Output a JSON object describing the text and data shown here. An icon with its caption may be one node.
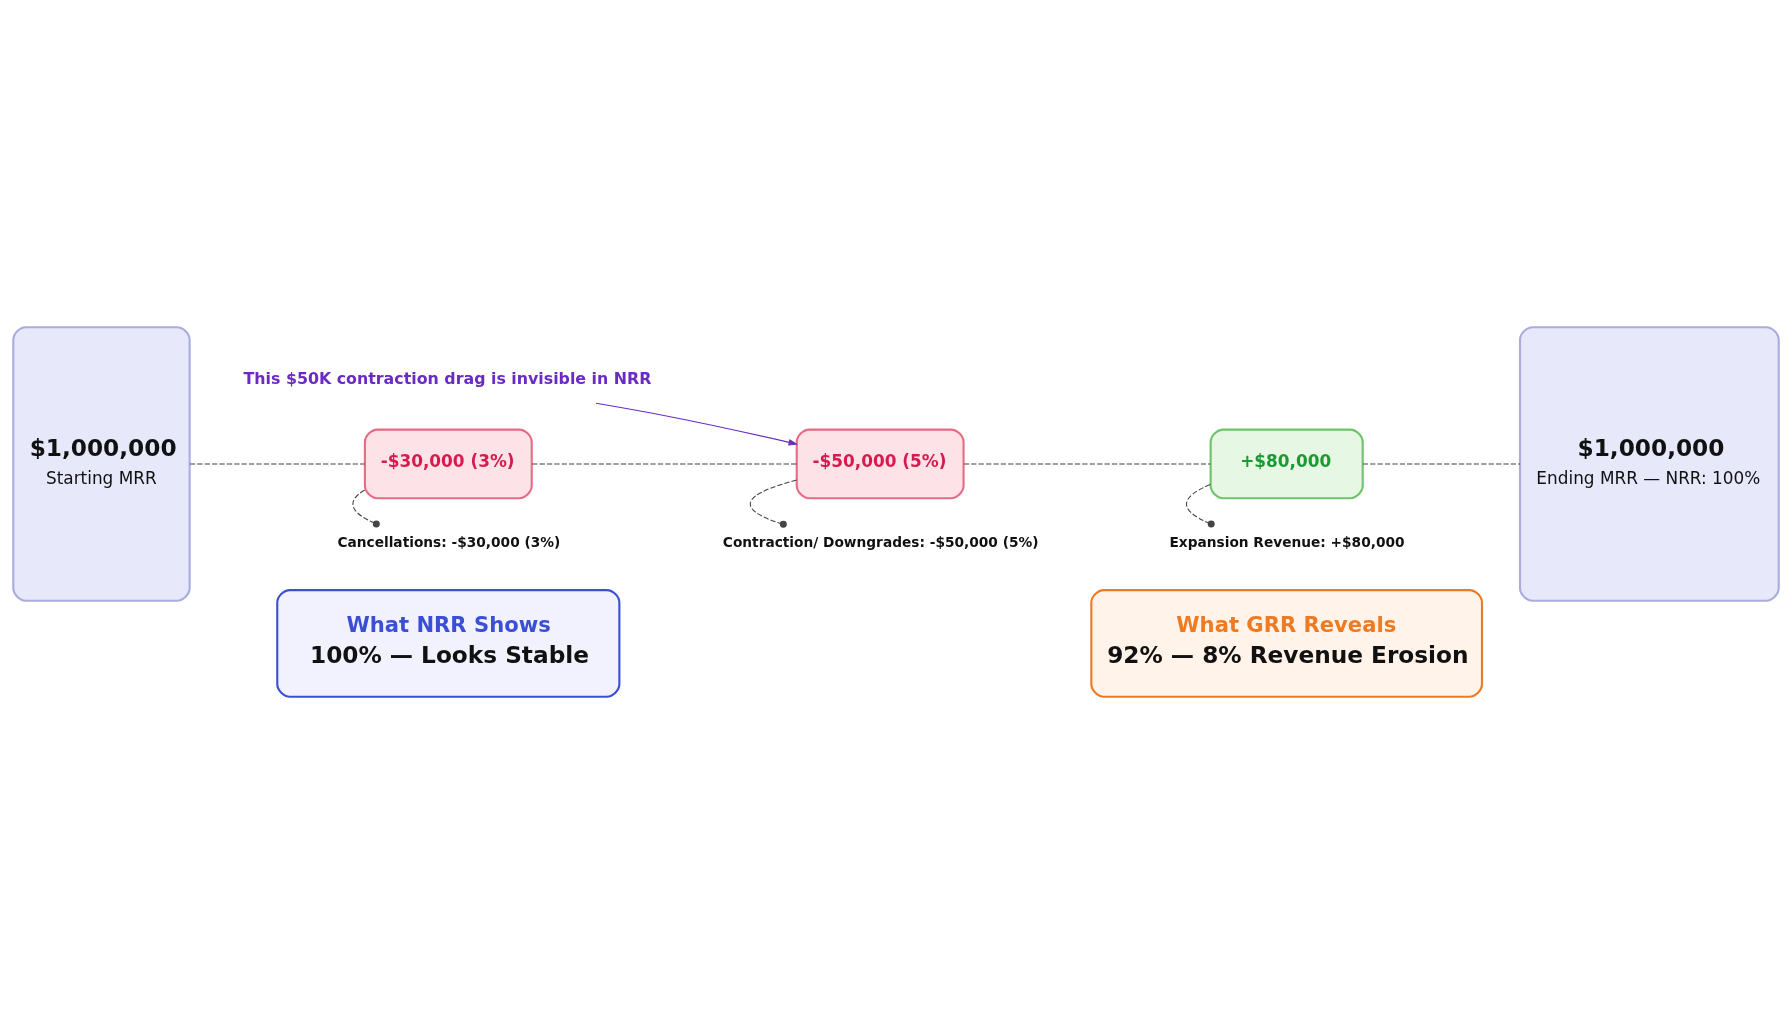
{
  "diagram": {
    "nodes": [
      {
        "text": [
          "$1,000,000",
          "Starting MRR"
        ]
      },
      {
        "text": [
          "-$30,000 (3%)"
        ]
      },
      {
        "text": [
          "-$50,000 (5%)"
        ]
      },
      {
        "text": [
          "+$80,000"
        ]
      },
      {
        "text": [
          "$1,000,000",
          "Ending MRR — NRR: 100%"
        ]
      },
      {
        "text": [
          "Cancellations: -$30,000 (3%)"
        ]
      },
      {
        "text": [
          "Contraction/ Downgrades: -$50,000 (5%)"
        ]
      },
      {
        "text": [
          "Expansion Revenue: +$80,000"
        ]
      },
      {
        "text": [
          "This $50K contraction drag is invisible in NRR"
        ]
      },
      {
        "text": [
          "What NRR Shows",
          "100% — Looks Stable"
        ]
      },
      {
        "text": [
          "What GRR Reveals",
          "92% — 8% Revenue Erosion"
        ]
      }
    ],
    "edges": [
      {
        "from": 0,
        "to": 1,
        "arrow": "none",
        "style": "dashed"
      },
      {
        "from": 1,
        "to": 2,
        "arrow": "none",
        "style": "dashed"
      },
      {
        "from": 2,
        "to": 3,
        "arrow": "none",
        "style": "dashed"
      },
      {
        "from": 3,
        "to": 4,
        "arrow": "none",
        "style": "dashed"
      },
      {
        "from": 1,
        "to": 5,
        "arrow": "other",
        "style": "dashed"
      },
      {
        "from": 2,
        "to": 6,
        "arrow": "other",
        "style": "dashed"
      },
      {
        "from": 3,
        "to": 7,
        "arrow": "other",
        "style": "dashed"
      },
      {
        "from": 8,
        "to": 2,
        "arrow": "to",
        "color": "#6a2bc4"
      }
    ]
  }
}
